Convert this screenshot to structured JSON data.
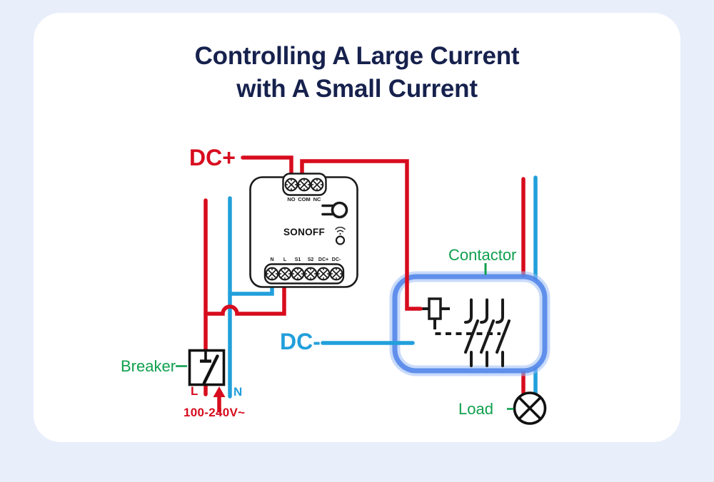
{
  "page": {
    "background": "#e9eefb",
    "card_background": "#ffffff"
  },
  "title": {
    "line1": "Controlling A Large Current",
    "line2": "with A Small Current"
  },
  "wire_labels": {
    "dc_plus": "DC+",
    "dc_minus": "DC-",
    "line": "L",
    "neutral": "N",
    "voltage": "100-240V~"
  },
  "component_labels": {
    "breaker": "Breaker",
    "contactor": "Contactor",
    "load": "Load"
  },
  "device": {
    "brand": "SONOFF",
    "top_terminals": [
      "NO",
      "COM",
      "NC"
    ],
    "bottom_terminals": [
      "N",
      "L",
      "S1",
      "S2",
      "DC+",
      "DC-"
    ]
  },
  "icons": {
    "reset_slot": "keyhole-icon",
    "wifi": "wifi-icon",
    "pairing_button": "round-button-icon",
    "load_symbol": "lamp-cross-icon"
  },
  "colors": {
    "red_wire": "#d70c1e",
    "blue_wire": "#219fdb",
    "green_label": "#0fa04e",
    "title_navy": "#16214d",
    "contactor_glow": "#4d82e8"
  }
}
